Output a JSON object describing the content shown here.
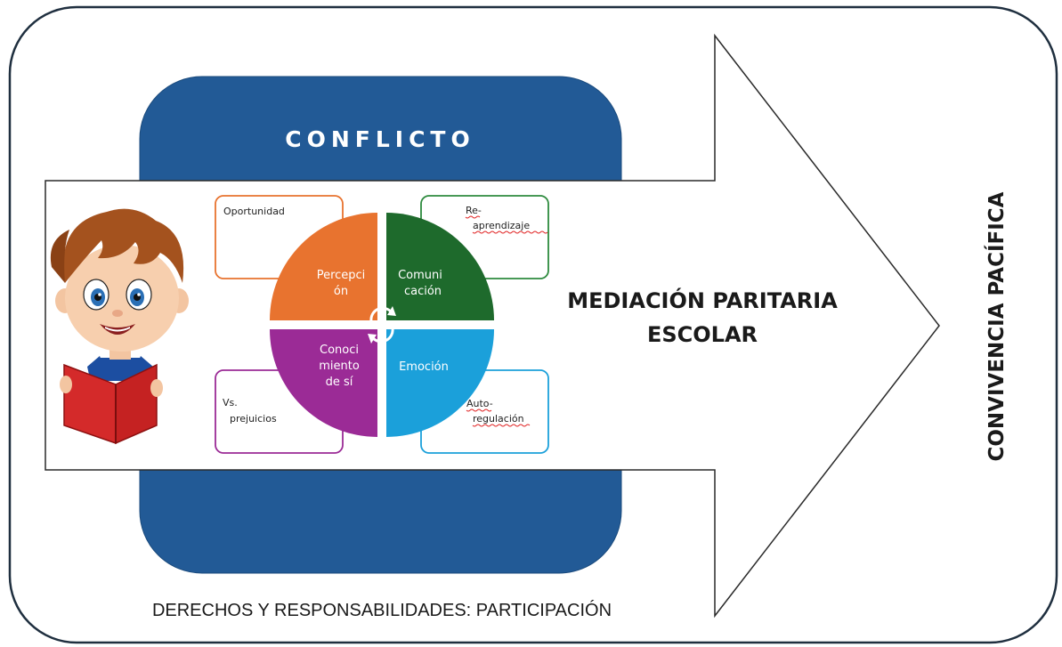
{
  "title": "CONFLICTO",
  "arrow_text": {
    "line1": "MEDIACIÓN PARITARIA",
    "line2": "ESCOLAR"
  },
  "right_label": "CONVIVENCIA PACÍFICA",
  "bottom_label": "DERECHOS Y RESPONSABILIDADES: PARTICIPACIÓN",
  "quadrants": {
    "top_left": {
      "line1": "Percepci",
      "line2": "ón",
      "color": "#E8732F"
    },
    "top_right": {
      "line1": "Comuni",
      "line2": "cación",
      "color": "#1E6A2C"
    },
    "bottom_left": {
      "line1": "Conoci",
      "line2": "miento",
      "line3": "de sí",
      "color": "#9B2B96"
    },
    "bottom_right": {
      "line1": "Emoción",
      "color": "#1BA0DA"
    }
  },
  "boxes": {
    "top_left": {
      "text": "Oportunidad",
      "color": "#E8732F"
    },
    "top_right": {
      "line1": "Re-",
      "line2": "aprendizaje",
      "color": "#2E8B3E"
    },
    "bottom_left": {
      "line1": "Vs.",
      "line2": "prejuicios",
      "color": "#9B2B96"
    },
    "bottom_right": {
      "line1": "Auto-",
      "line2": "regulación",
      "color": "#1BA0DA"
    }
  },
  "colors": {
    "frame": "#1f2f3f",
    "conflict_box": "#225A96"
  }
}
